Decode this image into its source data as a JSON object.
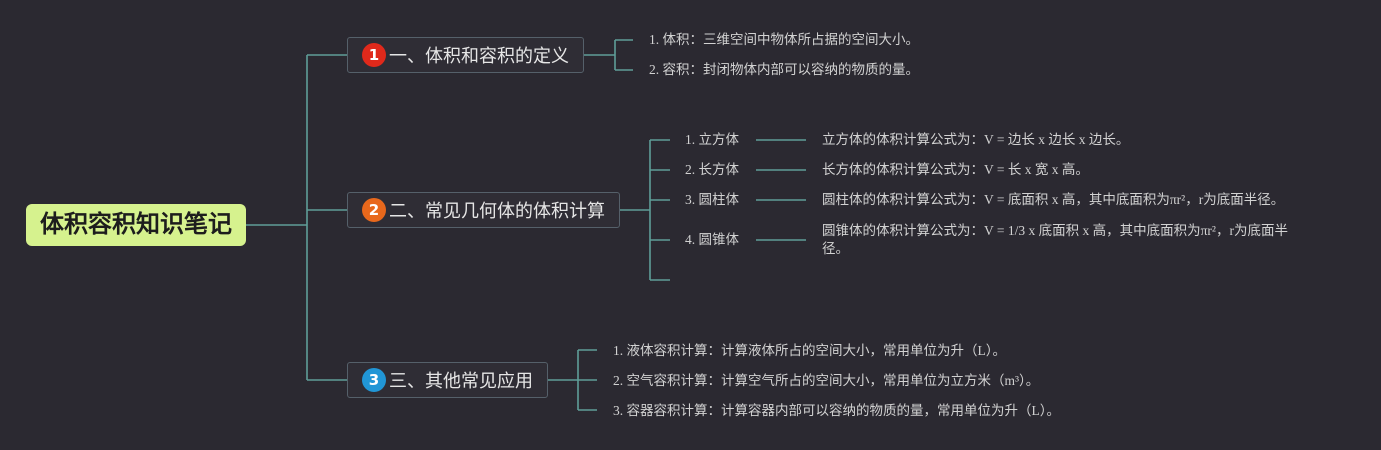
{
  "root": {
    "label": "体积容积知识笔记"
  },
  "branches": [
    {
      "number": "1",
      "badge_color": "#e0291b",
      "label": "一、体积和容积的定义",
      "items": [
        "1. 体积：三维空间中物体所占据的空间大小。",
        "2. 容积：封闭物体内部可以容纳的物质的量。"
      ]
    },
    {
      "number": "2",
      "badge_color": "#e8681c",
      "label": "二、常见几何体的体积计算",
      "items": [
        {
          "label": "1. 立方体",
          "desc": "立方体的体积计算公式为：V = 边长 x 边长 x 边长。"
        },
        {
          "label": "2. 长方体",
          "desc": "长方体的体积计算公式为：V = 长 x 宽 x 高。"
        },
        {
          "label": "3. 圆柱体",
          "desc": "圆柱体的体积计算公式为：V = 底面积 x 高，其中底面积为πr²，r为底面半径。"
        },
        {
          "label": "4. 圆锥体",
          "desc": "圆锥体的体积计算公式为：V = 1/3 x 底面积 x 高，其中底面积为πr²，r为底面半径。"
        }
      ]
    },
    {
      "number": "3",
      "badge_color": "#2196d6",
      "label": "三、其他常见应用",
      "items": [
        "1. 液体容积计算：计算液体所占的空间大小，常用单位为升（L）。",
        "2. 空气容积计算：计算空气所占的空间大小，常用单位为立方米（m³）。",
        "3. 容器容积计算：计算容器内部可以容纳的物质的量，常用单位为升（L）。"
      ]
    }
  ],
  "colors": {
    "background": "#2b2931",
    "connector": "#5f9e98",
    "root_fill": "#d6f28e",
    "branch_border": "#55606a"
  }
}
